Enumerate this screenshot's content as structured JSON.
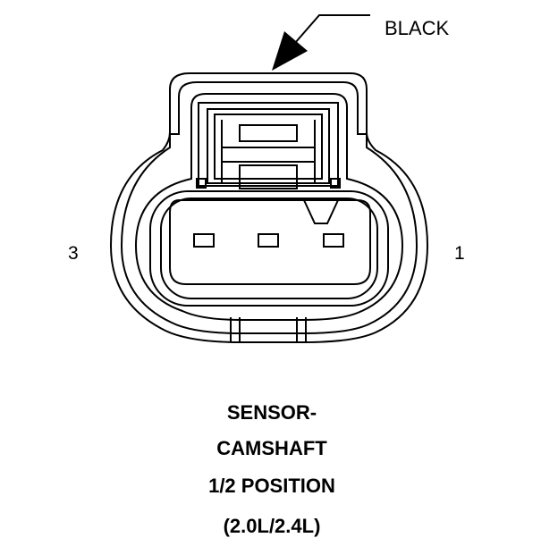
{
  "connector": {
    "color_label": "BLACK",
    "pin_left": "3",
    "pin_right": "1"
  },
  "caption": {
    "line1": "SENSOR-",
    "line2": "CAMSHAFT",
    "line3": "1/2 POSITION",
    "line4": "(2.0L/2.4L)"
  }
}
